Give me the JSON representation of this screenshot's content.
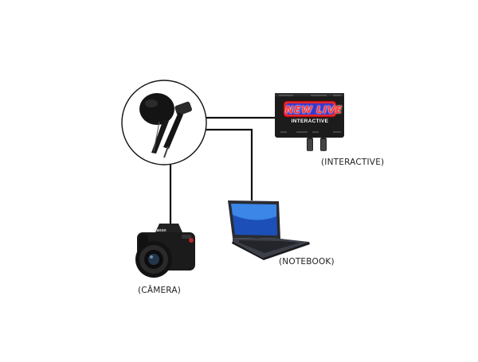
{
  "diagram": {
    "nodes": [
      {
        "id": "microphone",
        "label": ""
      },
      {
        "id": "interactive",
        "label": "(INTERACTIVE)",
        "brand": "NEW LIVE",
        "subtitle": "INTERACTIVE"
      },
      {
        "id": "notebook",
        "label": "(NOTEBOOK)"
      },
      {
        "id": "camera",
        "label": "(CÂMERA)",
        "brand": "Canon"
      }
    ],
    "edges": [
      {
        "from": "microphone",
        "to": "interactive"
      },
      {
        "from": "microphone",
        "to": "notebook"
      },
      {
        "from": "microphone",
        "to": "camera"
      }
    ],
    "colors": {
      "line": "#111111",
      "device_body": "#1c1c1c",
      "brand_panel": "#e8262e",
      "brand_text": "#ff3b3b"
    }
  }
}
